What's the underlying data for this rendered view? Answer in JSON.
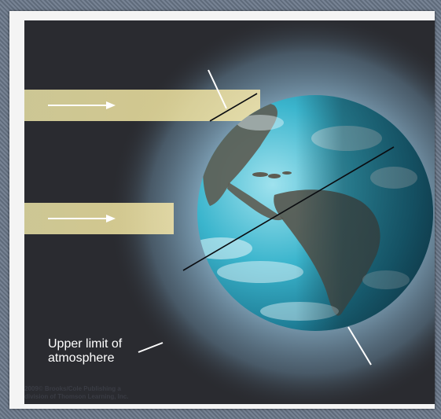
{
  "diagram": {
    "atmosphere_label": "Upper limit of atmosphere",
    "copyright_notice": "2009© Brooks/Cole Publishing a division of Thomson Learning, Inc.",
    "colors": {
      "background": "#2a2b30",
      "sunlight_beam": "#f3e6a6",
      "atmosphere_glow": "#8fb7cf",
      "ocean": "#37b6cf",
      "land": "#5b5a50",
      "night_side": "#1a4f5e"
    },
    "icons": [
      "earth-globe",
      "sunlight-arrow",
      "equator-line",
      "axis-line"
    ]
  }
}
